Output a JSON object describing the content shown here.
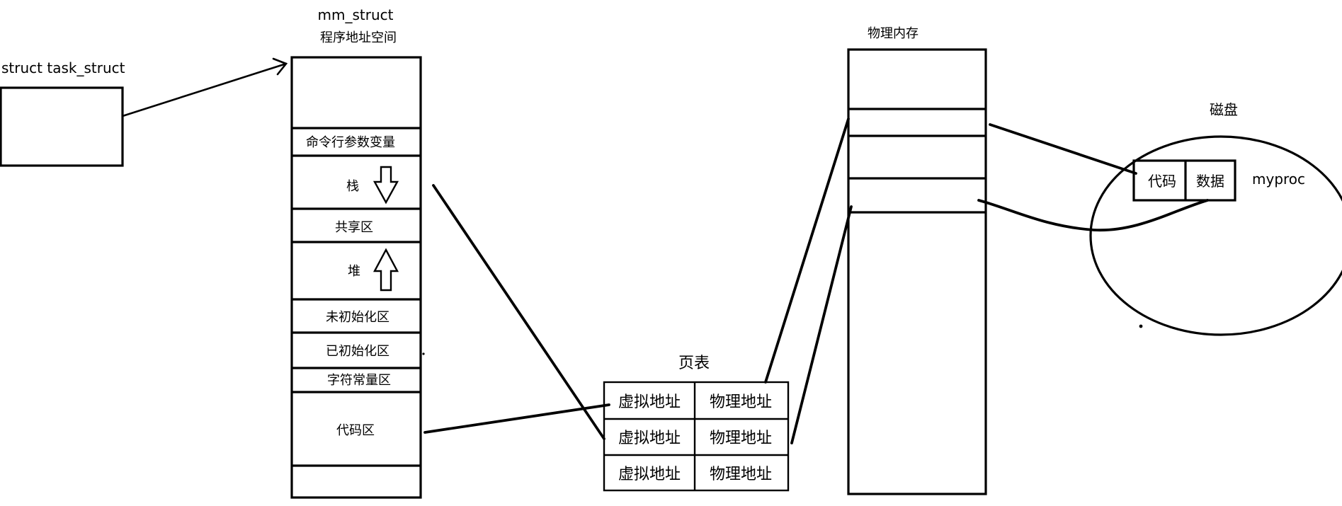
{
  "task_struct": {
    "label": "struct task_struct"
  },
  "mm_struct": {
    "title": "mm_struct",
    "subtitle": "程序地址空间",
    "segments": [
      {
        "label": "命令行参数变量"
      },
      {
        "label": "栈",
        "arrow": "down"
      },
      {
        "label": "共享区"
      },
      {
        "label": "堆",
        "arrow": "up"
      },
      {
        "label": "未初始化区"
      },
      {
        "label": "已初始化区"
      },
      {
        "label": "字符常量区"
      },
      {
        "label": "代码区"
      }
    ]
  },
  "page_table": {
    "title": "页表",
    "rows": [
      {
        "virtual": "虚拟地址",
        "physical": "物理地址"
      },
      {
        "virtual": "虚拟地址",
        "physical": "物理地址"
      },
      {
        "virtual": "虚拟地址",
        "physical": "物理地址"
      }
    ]
  },
  "physical_memory": {
    "title": "物理内存"
  },
  "disk": {
    "title": "磁盘",
    "file_name": "myproc",
    "cells": [
      "代码",
      "数据"
    ]
  }
}
